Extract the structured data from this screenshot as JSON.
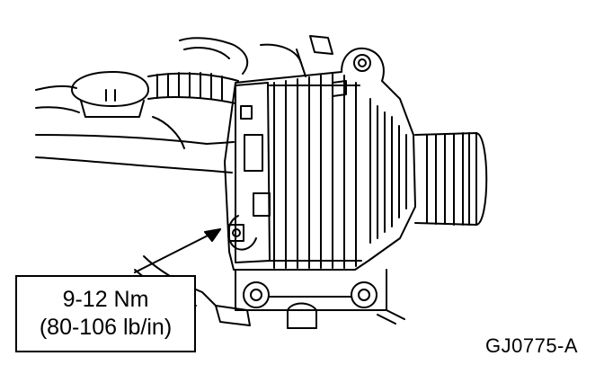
{
  "callout": {
    "line1": "9-12 Nm",
    "line2": "(80-106 lb/in)"
  },
  "figure_id": "GJ0775-A",
  "colors": {
    "ink": "#000000",
    "paper": "#ffffff"
  }
}
